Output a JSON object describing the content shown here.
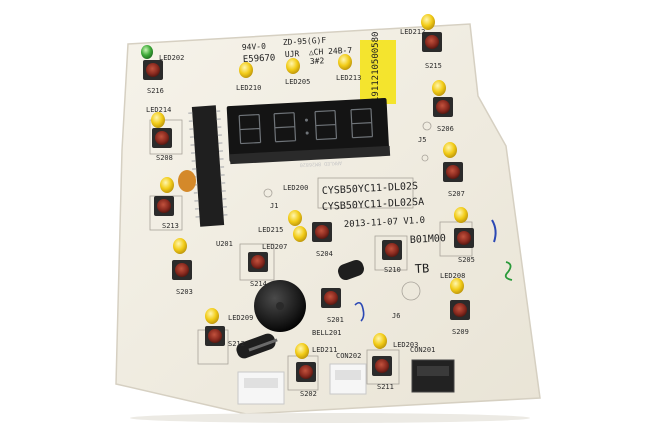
{
  "photo": {
    "board_text": {
      "model_1": "CYSB50YC11-DL02S",
      "model_2": "CYSB50YC11-DL02SA",
      "date_version": "2013-11-07   V1.0",
      "code_b": "B01M00",
      "code_tb": "TB",
      "top_1": "ZD-95(G)F",
      "top_2": "94V-0",
      "top_3": "E59670",
      "top_4": "UJR",
      "top_5": "△CH 24B-7",
      "top_6": "3#2",
      "serial": "1911210500580",
      "display_small": "ARKLED  BM26820"
    },
    "labels": [
      "LED202",
      "S216",
      "LED210",
      "LED205",
      "LED213",
      "LED212",
      "S215",
      "S206",
      "S208",
      "LED214",
      "S207",
      "S213",
      "LED200",
      "J1",
      "LED215",
      "LED207",
      "U201",
      "S204",
      "S214",
      "S210",
      "S205",
      "S203",
      "LED208",
      "S201",
      "S209",
      "LED209",
      "BELL201",
      "J6",
      "S212",
      "LED211",
      "LED203",
      "CON201",
      "CON202",
      "S202",
      "S211",
      "J5"
    ],
    "colors": {
      "pcb": "#f2efe6",
      "led_yellow": "#f0c814",
      "led_green": "#3ea83e",
      "switch_red": "#8a2a1f",
      "switch_body": "#2b2b2b",
      "display": "#141414",
      "buzzer": "#1a1a1a"
    }
  }
}
